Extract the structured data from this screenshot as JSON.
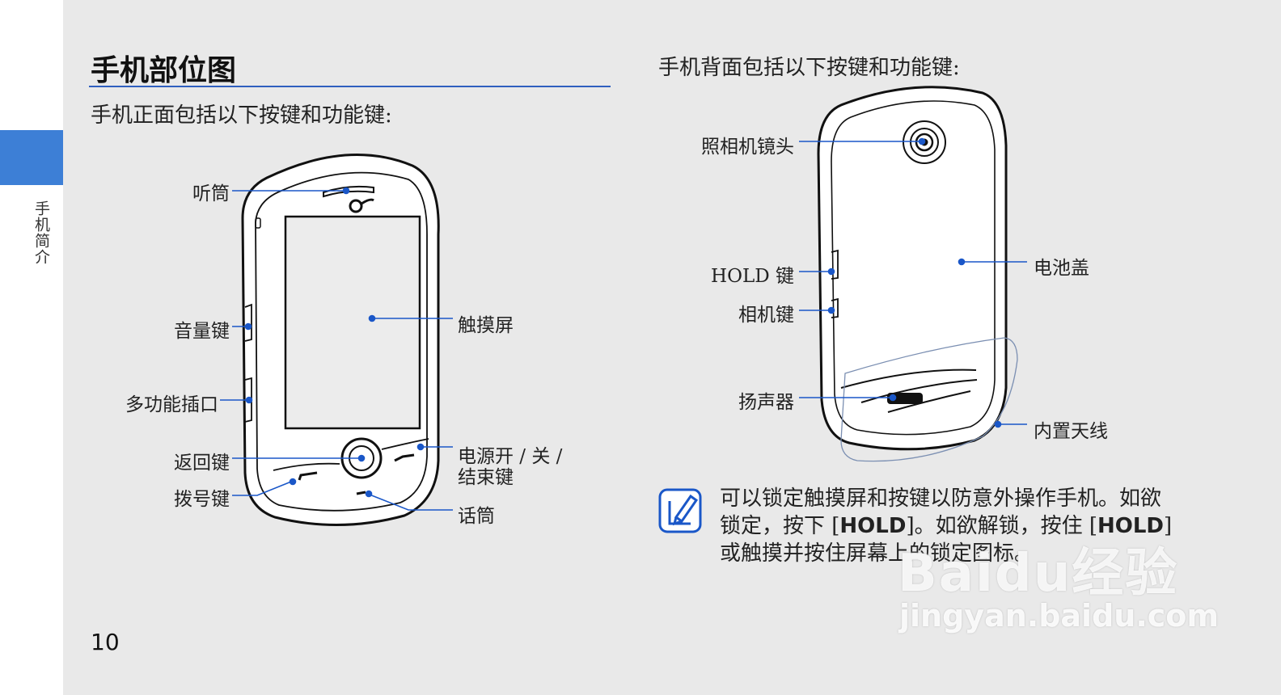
{
  "sidebar": {
    "section_label": "手机简介"
  },
  "page": {
    "title": "手机部位图",
    "front_intro": "手机正面包括以下按键和功能键:",
    "back_intro": "手机背面包括以下按键和功能键:",
    "page_number": "10"
  },
  "front_labels": {
    "earpiece": "听筒",
    "volume": "音量键",
    "multi_port": "多功能插口",
    "back_key": "返回键",
    "dial_key": "拨号键",
    "touchscreen": "触摸屏",
    "power_end_line1": "电源开 / 关 /",
    "power_end_line2": "结束键",
    "microphone": "话筒"
  },
  "back_labels": {
    "camera_lens": "照相机镜头",
    "hold_key": "HOLD 键",
    "camera_key": "相机键",
    "speaker": "扬声器",
    "battery_cover": "电池盖",
    "antenna": "内置天线"
  },
  "note": {
    "icon": "note-pencil-icon",
    "part1": "可以锁定触摸屏和按键以防意外操作手机。如欲锁定，按下 [",
    "hold1": "HOLD",
    "part2": "]。如欲解锁，按住 [",
    "hold2": "HOLD",
    "part3": "] 或触摸并按住屏幕上的锁定图标。"
  },
  "watermark": {
    "line1": "Baidu经验",
    "line2": "jingyan.baidu.com"
  },
  "colors": {
    "accent": "#3d7fd6",
    "rule": "#2f5fbf",
    "leader": "#1a57c8",
    "background": "#e9e9e9"
  }
}
